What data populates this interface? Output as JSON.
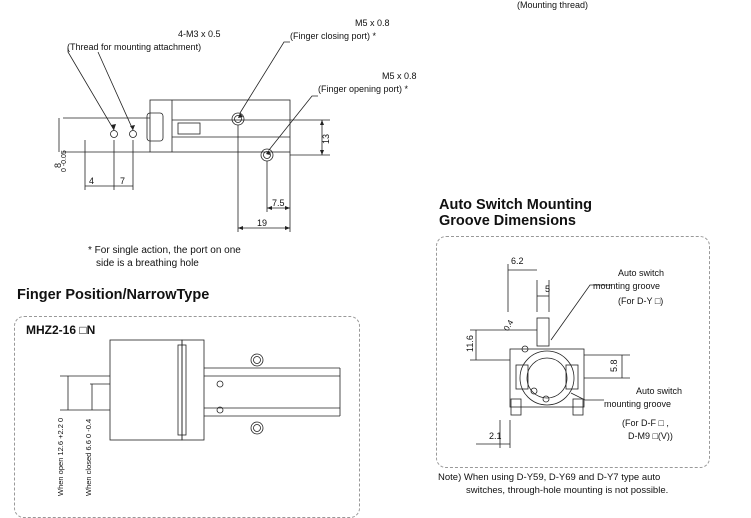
{
  "top_right_label": "(Mounting thread)",
  "top_drawing": {
    "callouts": {
      "mount_thread_size": "4-M3 x 0.5",
      "mount_thread_desc": "(Thread for mounting attachment)",
      "closing_port_size": "M5 x 0.8",
      "closing_port_desc": "(Finger closing port) *",
      "opening_port_size": "M5 x 0.8",
      "opening_port_desc": "(Finger opening port) *"
    },
    "dims": {
      "d13": "13",
      "d4": "4",
      "d7": "7",
      "d7_5": "7.5",
      "d19": "19",
      "d8_main": "8",
      "d8_tol": "0 -0.05"
    },
    "footnote_line1": "* For single action, the port on one",
    "footnote_line2": "side is a breathing hole"
  },
  "finger_section": {
    "title": "Finger Position/NarrowType",
    "model": "MHZ2-16 □N",
    "open_label": "When open 12.6 +2.2 0",
    "closed_label": "When closed 6.6 0 -0.4"
  },
  "groove_section": {
    "title_line1": "Auto Switch Mounting",
    "title_line2": "Groove Dimensions",
    "dims": {
      "d6_2": "6.2",
      "d5": "5",
      "d11_6": "11.6",
      "d5_8": "5.8",
      "d2_1": "2.1",
      "d0_4": "0.4"
    },
    "groove1_line1": "Auto switch",
    "groove1_line2": "mounting groove",
    "groove1_line3": "(For D-Y □)",
    "groove2_line1": "Auto switch",
    "groove2_line2": "mounting groove",
    "groove2_line3": "(For D-F □ ,",
    "groove2_line4": "D-M9 □(V))",
    "note_line1": "Note) When using D-Y59, D-Y69 and D-Y7 type auto",
    "note_line2": "switches, through-hole mounting is not possible."
  }
}
